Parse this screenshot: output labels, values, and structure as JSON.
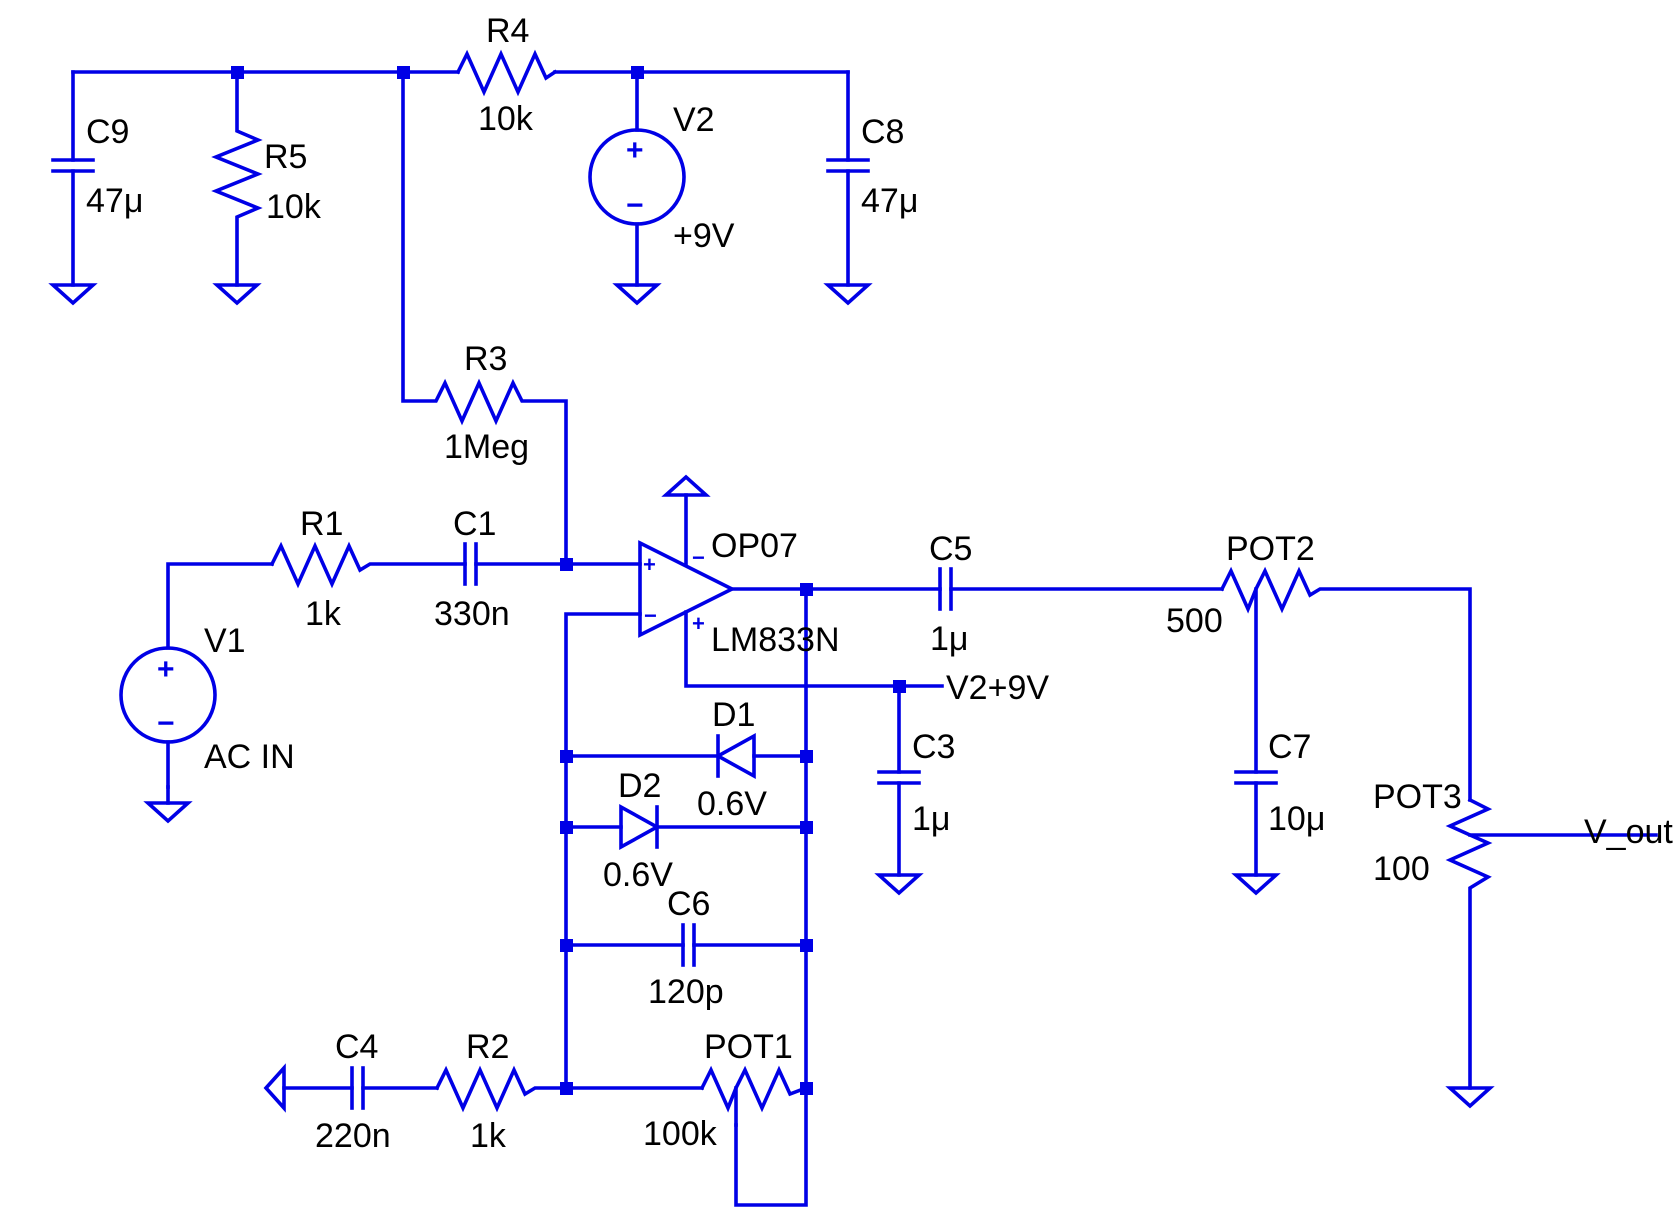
{
  "components": {
    "C9": {
      "ref": "C9",
      "value": "47μ"
    },
    "R5": {
      "ref": "R5",
      "value": "10k"
    },
    "R4": {
      "ref": "R4",
      "value": "10k"
    },
    "V2": {
      "ref": "V2",
      "value": "+9V"
    },
    "C8": {
      "ref": "C8",
      "value": "47μ"
    },
    "R3": {
      "ref": "R3",
      "value": "1Meg"
    },
    "R1": {
      "ref": "R1",
      "value": "1k"
    },
    "C1": {
      "ref": "C1",
      "value": "330n"
    },
    "V1": {
      "ref": "V1",
      "value": "AC IN"
    },
    "U1": {
      "ref": "OP07",
      "value": "LM833N"
    },
    "C5": {
      "ref": "C5",
      "value": "1μ"
    },
    "POT2": {
      "ref": "POT2",
      "value": "500"
    },
    "C3": {
      "ref": "C3",
      "value": "1μ"
    },
    "D1": {
      "ref": "D1",
      "value": "0.6V"
    },
    "D2": {
      "ref": "D2",
      "value": "0.6V"
    },
    "C6": {
      "ref": "C6",
      "value": "120p"
    },
    "C7": {
      "ref": "C7",
      "value": "10μ"
    },
    "POT3": {
      "ref": "POT3",
      "value": "100"
    },
    "C4": {
      "ref": "C4",
      "value": "220n"
    },
    "R2": {
      "ref": "R2",
      "value": "1k"
    },
    "POT1": {
      "ref": "POT1",
      "value": "100k"
    }
  },
  "net_labels": {
    "supply": "V2+9V",
    "output": "V_out"
  },
  "symbols": {
    "plus": "+",
    "minus": "−"
  },
  "colors": {
    "wire": "#0000e6",
    "text": "#000000",
    "background": "#ffffff"
  }
}
